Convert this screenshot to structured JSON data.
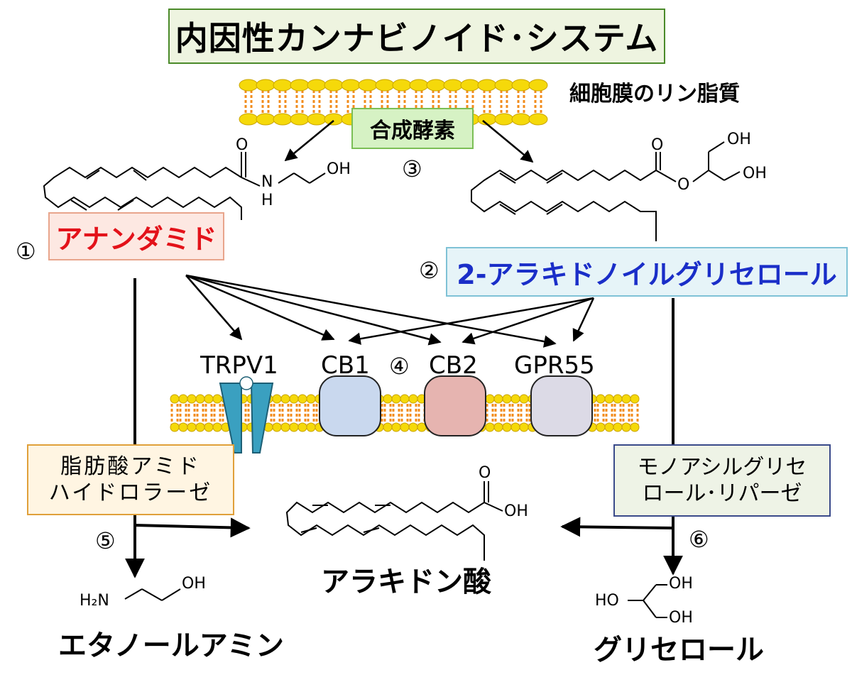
{
  "title": "内因性カンナビノイド･システム",
  "membrane_label": "細胞膜のリン脂質",
  "synthase_label": "合成酵素",
  "anandamide": {
    "number": "①",
    "label": "アナンダミド"
  },
  "two_ag": {
    "number": "②",
    "label": "2-アラキドノイルグリセロール"
  },
  "synthase_number": "③",
  "receptors": {
    "number": "④",
    "trpv1": "TRPV1",
    "cb1": "CB1",
    "cb2": "CB2",
    "gpr55": "GPR55"
  },
  "faah": {
    "number": "⑤",
    "line1": "脂肪酸アミド",
    "line2": "ハイドロラーゼ"
  },
  "magl": {
    "number": "⑥",
    "line1": "モノアシルグリセ",
    "line2": "ロール･リパーゼ"
  },
  "arachidonic_acid": "アラキドン酸",
  "ethanolamine": "エタノールアミン",
  "glycerol": "グリセロール",
  "atoms": {
    "o": "O",
    "oh": "OH",
    "n": "N",
    "h": "H",
    "h2n": "H₂N",
    "ho": "HO"
  },
  "colors": {
    "lipid_head": "#f5d90a",
    "lipid_tail": "#f28c1c",
    "trpv1": "#3aa0c0",
    "cb1": "#c9d8ee",
    "cb2": "#e6b4b0",
    "gpr55": "#dcdae6",
    "anandamide_text": "#e3121a",
    "two_ag_text": "#1a2ec8"
  }
}
